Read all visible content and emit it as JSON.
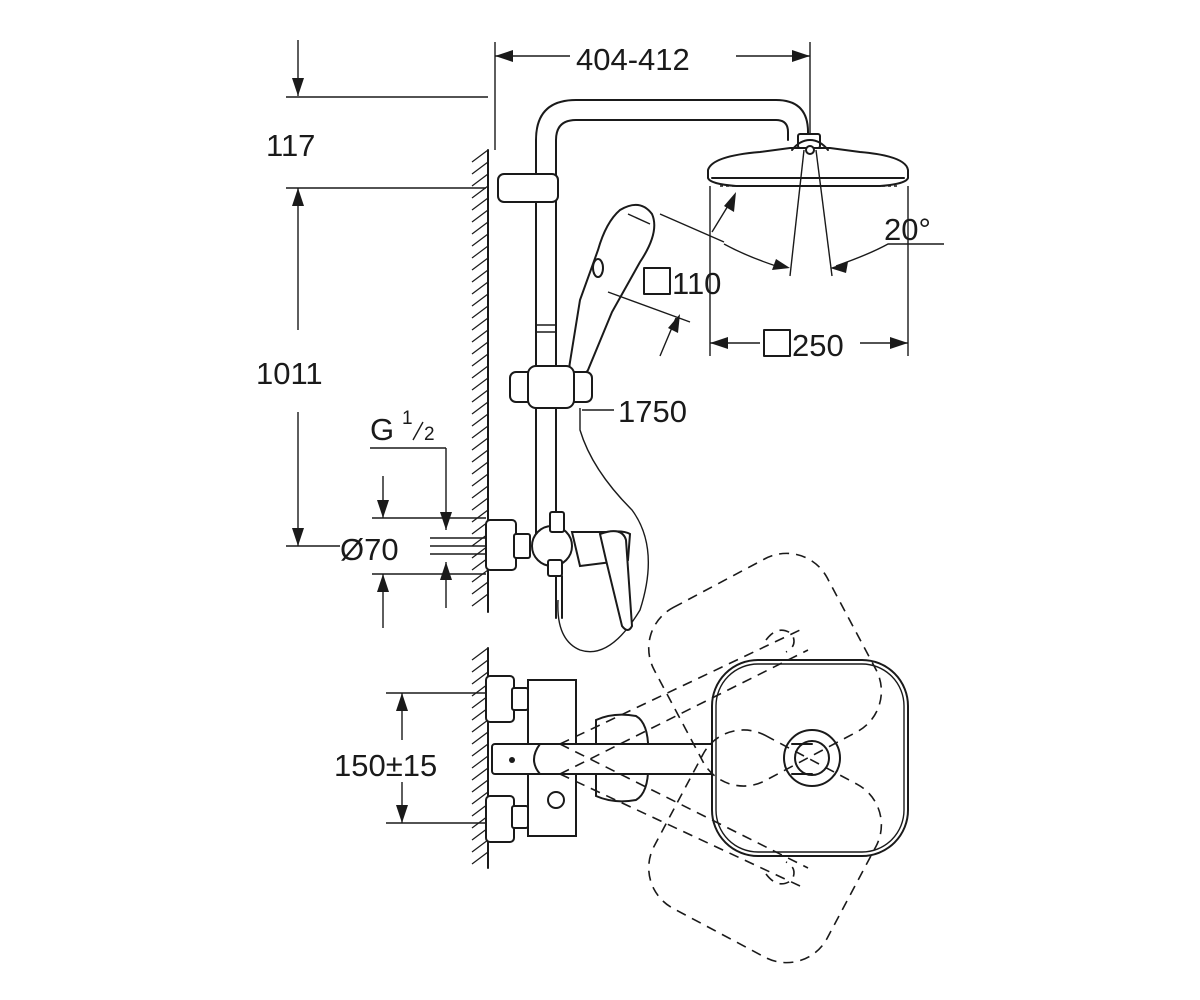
{
  "dimensions": {
    "overall_width": "404-412",
    "top_height": "117",
    "rail_height": "1011",
    "thread": "G",
    "thread_num": "1",
    "thread_den": "2",
    "rosette": "Ø70",
    "hand_shower": "110",
    "angle": "20°",
    "head_shower": "250",
    "hose": "1750",
    "inlet_spacing": "150±15"
  }
}
